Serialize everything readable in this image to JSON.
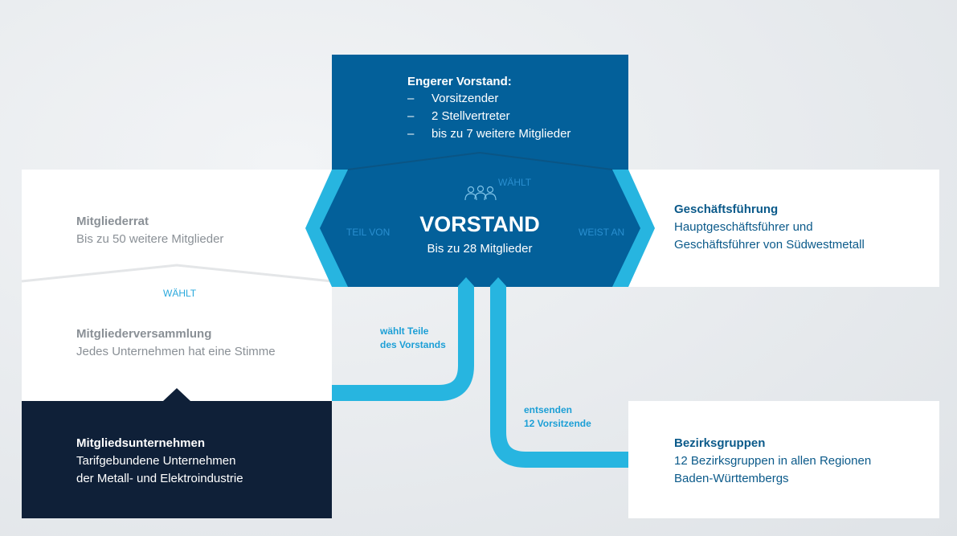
{
  "engerer_vorstand": {
    "title": "Engerer Vorstand:",
    "items": [
      "Vorsitzender",
      "2 Stellvertreter",
      "bis zu 7 weitere Mitglieder"
    ],
    "bullet": "–"
  },
  "vorstand": {
    "title": "VORSTAND",
    "subtitle": "Bis zu 28 Mitglieder",
    "label_waehlt": "WÄHLT",
    "label_teil_von": "TEIL VON",
    "label_weist_an": "WEIST AN",
    "icon": "people-group-icon"
  },
  "mitgliederrat": {
    "title": "Mitgliederrat",
    "text": "Bis zu 50 weitere Mitglieder"
  },
  "waehlt": "WÄHLT",
  "mitgliederversammlung": {
    "title": "Mitgliederversammlung",
    "text": "Jedes Unternehmen hat eine Stimme"
  },
  "mitgliedsunternehmen": {
    "title": "Mitgliedsunternehmen",
    "line1": "Tarifgebundene Unternehmen",
    "line2": "der Metall- und Elektroindustrie"
  },
  "geschaeftsfuehrung": {
    "title": "Geschäftsführung",
    "line1": "Hauptgeschäftsführer und",
    "line2": "Geschäftsführer von Südwestmetall"
  },
  "bezirksgruppen": {
    "title": "Bezirksgruppen",
    "line1": "12 Bezirksgruppen in allen Regionen",
    "line2": "Baden-Württembergs"
  },
  "connector_left": {
    "line1": "wählt Teile",
    "line2": "des Vorstands"
  },
  "connector_right": {
    "line1": "entsenden",
    "line2": "12 Vorsitzende"
  },
  "colors": {
    "dark_blue": "#03609a",
    "navy": "#0f2038",
    "cyan": "#27b5e0",
    "text_blue": "#0b5a8a",
    "gray_text": "#8a9096"
  }
}
